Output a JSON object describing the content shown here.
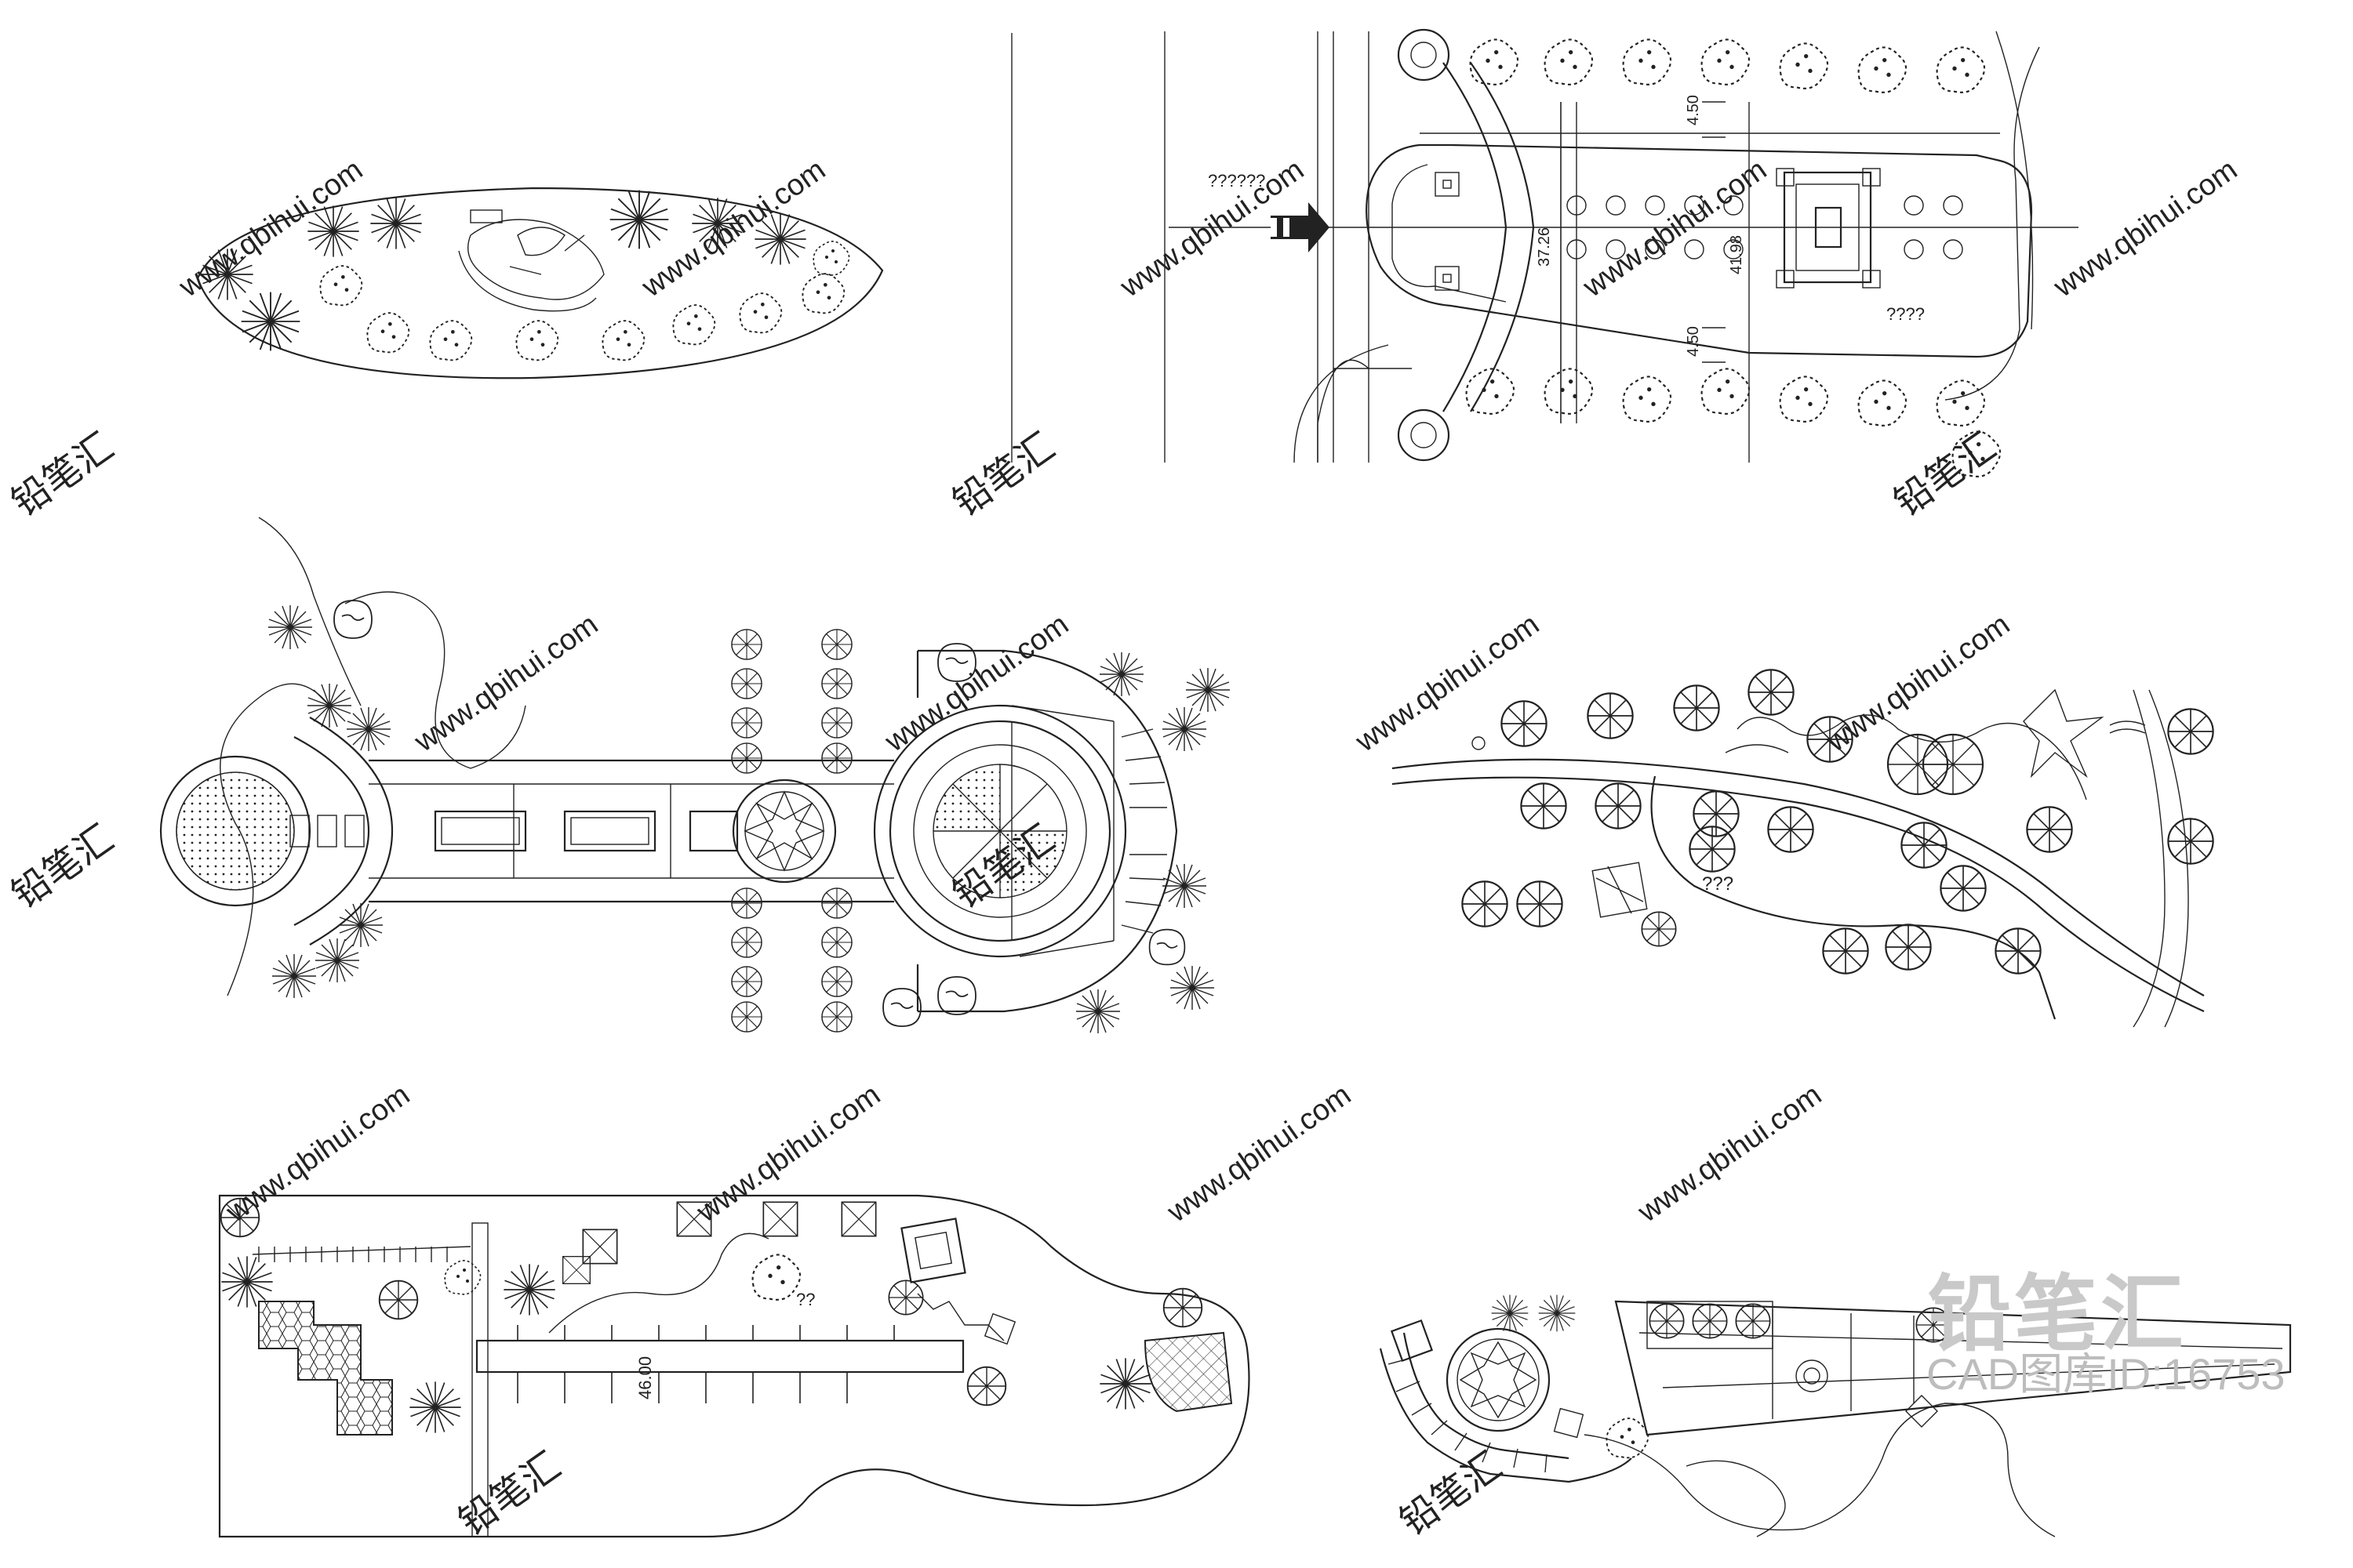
{
  "drawing": {
    "plan_top_right": {
      "note_entry": "??????",
      "note_center": "????",
      "dim_top": "4.50",
      "dim_width": "37.26",
      "dim_mid": "41.98",
      "dim_bottom": "4.50"
    },
    "plan_mid_right": {
      "note": "???"
    },
    "plan_bottom_left": {
      "dim": "46.00",
      "note": "??"
    }
  },
  "watermark": {
    "site": "www.qbihui.com",
    "brand": "铅笔汇",
    "id_label": "CAD图库ID:16753"
  },
  "colors": {
    "line": "#222222",
    "watermark": "#d6d6d6"
  }
}
